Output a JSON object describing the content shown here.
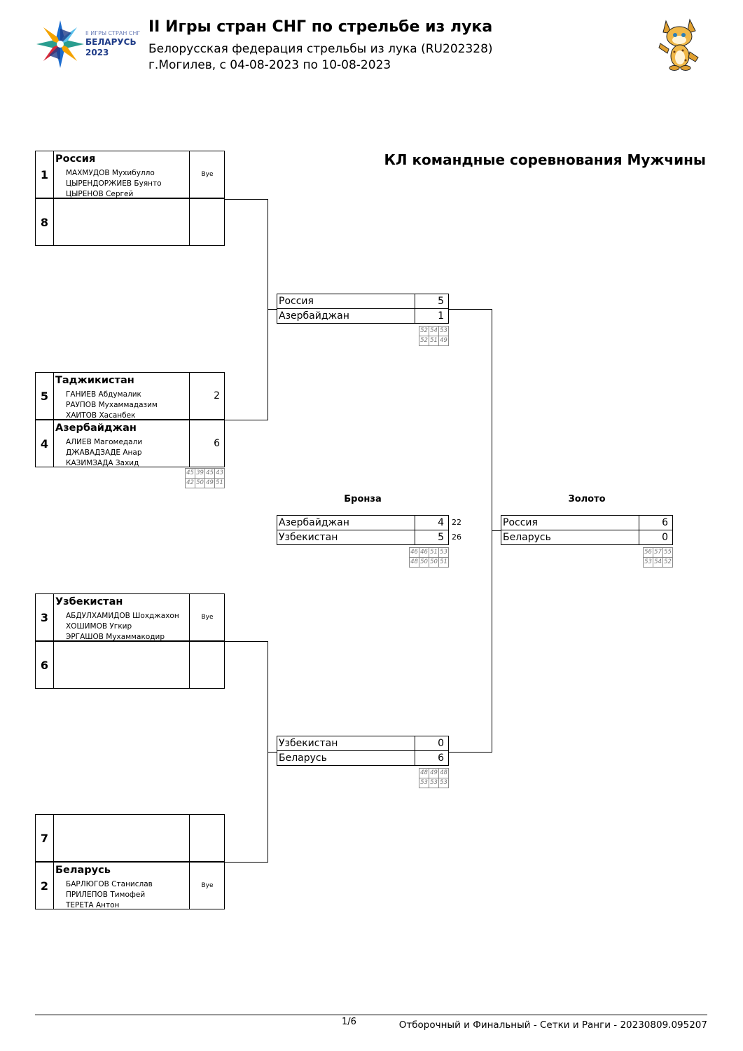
{
  "header": {
    "logo_line1": "II ИГРЫ СТРАН СНГ",
    "logo_line2": "БЕЛАРУСЬ",
    "logo_line3": "2023",
    "title": "II Игры стран СНГ по стрельбе из лука",
    "federation": "Белорусская федерация стрельбы из лука (RU202328)",
    "venue_dates": "г.Могилев, с 04-08-2023 по 10-08-2023"
  },
  "event_title": "КЛ командные соревнования Мужчины",
  "first_round": [
    {
      "seed": "1",
      "team": "Россия",
      "members": [
        "МАХМУДОВ Мухибулло",
        "ЦЫРЕНДОРЖИЕВ Буянто",
        "ЦЫРЕНОВ Сергей"
      ],
      "score": "Bye"
    },
    {
      "seed": "8",
      "team": "",
      "members": [],
      "score": ""
    },
    {
      "seed": "5",
      "team": "Таджикистан",
      "members": [
        "ГАНИЕВ Абдумалик",
        "РАУПОВ Мухаммадазим",
        "ХАИТОВ Хасанбек"
      ],
      "score": "2"
    },
    {
      "seed": "4",
      "team": "Азербайджан",
      "members": [
        "АЛИЕВ Магомедали",
        "ДЖАВАДЗАДЕ Анар",
        "КАЗИМЗАДА Захид"
      ],
      "score": "6"
    },
    {
      "seed": "3",
      "team": "Узбекистан",
      "members": [
        "АБДУЛХАМИДОВ Шохджахон",
        "ХОШИМОВ Угкир",
        "ЭРГАШОВ Мухаммакодир"
      ],
      "score": "Bye"
    },
    {
      "seed": "6",
      "team": "",
      "members": [],
      "score": ""
    },
    {
      "seed": "7",
      "team": "",
      "members": [],
      "score": ""
    },
    {
      "seed": "2",
      "team": "Беларусь",
      "members": [
        "БАРЛЮГОВ Станислав",
        "ПРИЛЕПОВ Тимофей",
        "ТЕРЕТА Антон"
      ],
      "score": "Bye"
    }
  ],
  "first_round_ends": {
    "tj_az": [
      [
        "45",
        "39",
        "45",
        "43"
      ],
      [
        "42",
        "50",
        "49",
        "51"
      ]
    ]
  },
  "semifinals": [
    {
      "rows": [
        {
          "team": "Россия",
          "score": "5"
        },
        {
          "team": "Азербайджан",
          "score": "1"
        }
      ],
      "ends": [
        [
          "52",
          "54",
          "53"
        ],
        [
          "52",
          "51",
          "49"
        ]
      ]
    },
    {
      "rows": [
        {
          "team": "Узбекистан",
          "score": "0"
        },
        {
          "team": "Беларусь",
          "score": "6"
        }
      ],
      "ends": [
        [
          "48",
          "49",
          "48"
        ],
        [
          "53",
          "53",
          "53"
        ]
      ]
    }
  ],
  "bronze": {
    "label": "Бронза",
    "rows": [
      {
        "team": "Азербайджан",
        "score": "4",
        "shootoff": "22"
      },
      {
        "team": "Узбекистан",
        "score": "5",
        "shootoff": "26"
      }
    ],
    "ends": [
      [
        "46",
        "46",
        "51",
        "53"
      ],
      [
        "48",
        "50",
        "50",
        "51"
      ]
    ]
  },
  "gold": {
    "label": "Золото",
    "rows": [
      {
        "team": "Россия",
        "score": "6"
      },
      {
        "team": "Беларусь",
        "score": "0"
      }
    ],
    "ends": [
      [
        "56",
        "57",
        "55"
      ],
      [
        "53",
        "54",
        "52"
      ]
    ]
  },
  "footer": {
    "page": "1/6",
    "text": "Отборочный и Финальный - Сетки и Ранги - 20230809.095207"
  }
}
